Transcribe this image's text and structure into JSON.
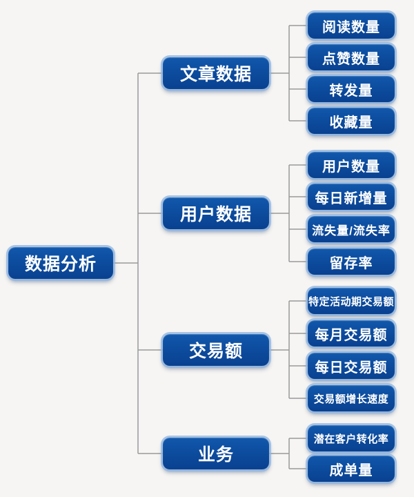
{
  "diagram": {
    "root": {
      "label": "数据分析"
    },
    "branches": [
      {
        "label": "文章数据",
        "children": [
          {
            "label": "阅读数量"
          },
          {
            "label": "点赞数量"
          },
          {
            "label": "转发量"
          },
          {
            "label": "收藏量"
          }
        ]
      },
      {
        "label": "用户数据",
        "children": [
          {
            "label": "用户数量"
          },
          {
            "label": "每日新增量"
          },
          {
            "label": "流失量/流失率"
          },
          {
            "label": "留存率"
          }
        ]
      },
      {
        "label": "交易额",
        "children": [
          {
            "label": "特定活动期交易额"
          },
          {
            "label": "每月交易额"
          },
          {
            "label": "每日交易额"
          },
          {
            "label": "交易额增长速度"
          }
        ]
      },
      {
        "label": "业务",
        "children": [
          {
            "label": "潜在客户转化率"
          },
          {
            "label": "成单量"
          }
        ]
      }
    ],
    "colors": {
      "node_fill": "#0c4a9c",
      "node_glow_border": "#92b8e2",
      "node_text": "#ffffff",
      "connector": "#999999",
      "background": "#f6f5f3"
    }
  }
}
